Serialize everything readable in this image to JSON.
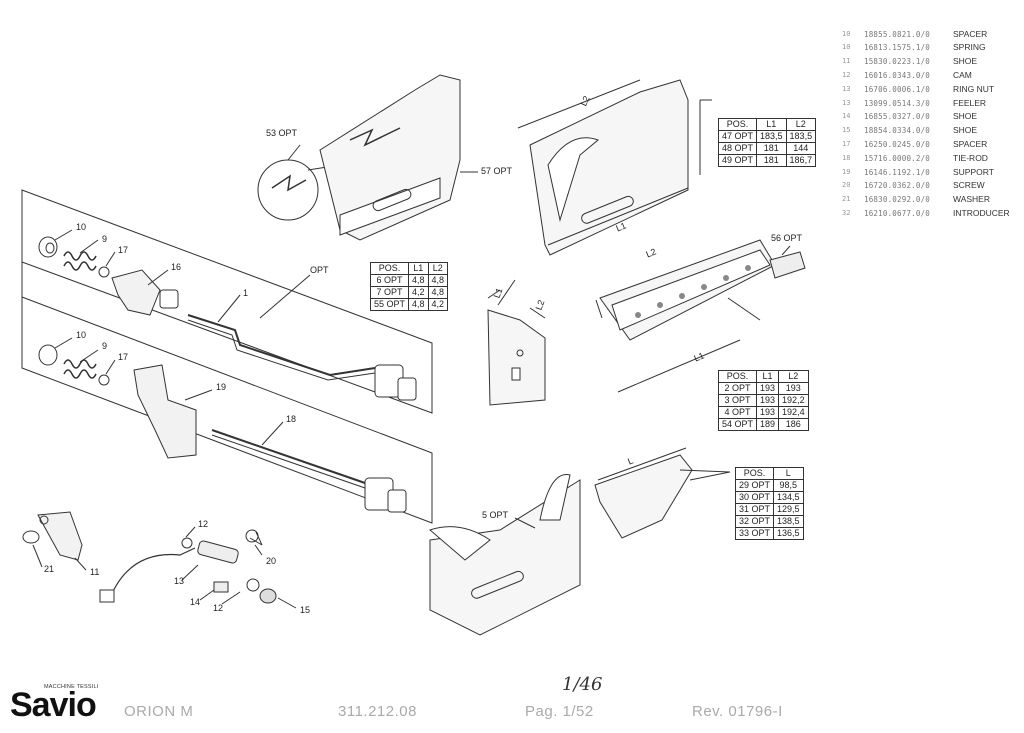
{
  "callouts": {
    "c10a": "10",
    "c9a": "9",
    "c17a": "17",
    "c16": "16",
    "c1": "1",
    "cOPT": "OPT",
    "c10b": "10",
    "c9b": "9",
    "c17b": "17",
    "c19": "19",
    "c18": "18",
    "c12a": "12",
    "c20": "20",
    "c13": "13",
    "c14": "14",
    "c12b": "12",
    "c15": "15",
    "c21": "21",
    "c11": "11",
    "o53": "53 OPT",
    "o57": "57 OPT",
    "o56": "56 OPT",
    "o5": "5 OPT",
    "dL2a": "L2",
    "dL1a": "L1",
    "dL2b": "L2",
    "dL1b": "L1",
    "dL1c": "L1",
    "dL2c": "L2",
    "dL": "L"
  },
  "tables": {
    "t1": {
      "headers": [
        "POS.",
        "L1",
        "L2"
      ],
      "rows": [
        [
          "6 OPT",
          "4,8",
          "4,8"
        ],
        [
          "7 OPT",
          "4,2",
          "4,8"
        ],
        [
          "55 OPT",
          "4,8",
          "4,2"
        ]
      ]
    },
    "t2": {
      "headers": [
        "POS.",
        "L1",
        "L2"
      ],
      "rows": [
        [
          "47 OPT",
          "183,5",
          "183,5"
        ],
        [
          "48 OPT",
          "181",
          "144"
        ],
        [
          "49 OPT",
          "181",
          "186,7"
        ]
      ]
    },
    "t3": {
      "headers": [
        "POS.",
        "L1",
        "L2"
      ],
      "rows": [
        [
          "2 OPT",
          "193",
          "193"
        ],
        [
          "3 OPT",
          "193",
          "192,2"
        ],
        [
          "4 OPT",
          "193",
          "192,4"
        ],
        [
          "54 OPT",
          "189",
          "186"
        ]
      ]
    },
    "t4": {
      "headers": [
        "POS.",
        "L"
      ],
      "rows": [
        [
          "29 OPT",
          "98,5"
        ],
        [
          "30 OPT",
          "134,5"
        ],
        [
          "31 OPT",
          "129,5"
        ],
        [
          "32 OPT",
          "138,5"
        ],
        [
          "33 OPT",
          "136,5"
        ]
      ]
    }
  },
  "parts_list": [
    {
      "num": "",
      "code": "",
      "desc": ""
    },
    {
      "num": "",
      "code": "",
      "desc": ""
    },
    {
      "num": "10",
      "code": "18855.0821.0/0",
      "desc": "SPACER"
    },
    {
      "num": "10",
      "code": "16813.1575.1/0",
      "desc": "SPRING"
    },
    {
      "num": "11",
      "code": "15830.0223.1/0",
      "desc": "SHOE"
    },
    {
      "num": "12",
      "code": "16016.0343.0/0",
      "desc": "CAM"
    },
    {
      "num": "13",
      "code": "16706.0006.1/0",
      "desc": "RING NUT"
    },
    {
      "num": "13",
      "code": "13099.0514.3/0",
      "desc": "FEELER"
    },
    {
      "num": "14",
      "code": "16855.0327.0/0",
      "desc": "SHOE"
    },
    {
      "num": "15",
      "code": "18854.0334.0/0",
      "desc": "SHOE"
    },
    {
      "num": "17",
      "code": "16250.0245.0/0",
      "desc": "SPACER"
    },
    {
      "num": "18",
      "code": "15716.0000.2/0",
      "desc": "TIE-ROD"
    },
    {
      "num": "19",
      "code": "16146.1192.1/0",
      "desc": "SUPPORT"
    },
    {
      "num": "20",
      "code": "16720.0362.0/0",
      "desc": "SCREW"
    },
    {
      "num": "21",
      "code": "16830.0292.0/0",
      "desc": "WASHER"
    },
    {
      "num": "32",
      "code": "16210.0677.0/0",
      "desc": "INTRODUCER"
    }
  ],
  "footer": {
    "brand": "Savio",
    "brand_sub": "MACCHINE TESSILI",
    "model": "ORION M",
    "code": "311.212.08",
    "page": "Pag. 1/52",
    "rev": "Rev. 01796-I",
    "hand_page": "1/46"
  }
}
